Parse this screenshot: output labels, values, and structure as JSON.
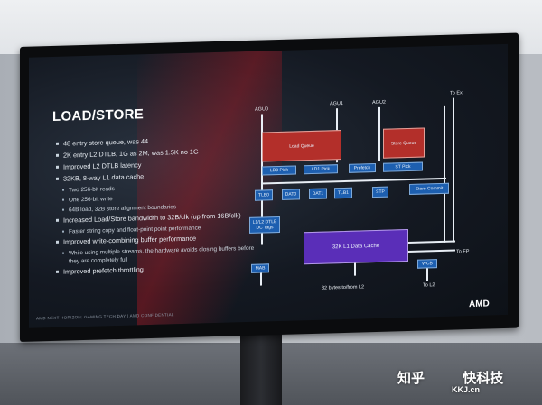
{
  "slide": {
    "title": "LOAD/STORE",
    "bullets": [
      {
        "text": "48 entry store queue, was 44",
        "level": 1
      },
      {
        "text": "2K entry L2 DTLB, 1G as 2M, was 1.5K no 1G",
        "level": 1
      },
      {
        "text": "Improved L2 DTLB latency",
        "level": 1
      },
      {
        "text": "32KB, 8-way L1 data cache",
        "level": 1
      },
      {
        "text": "Two 256-bit reads",
        "level": 2
      },
      {
        "text": "One 256-bit write",
        "level": 2
      },
      {
        "text": "64B load, 32B store alignment boundaries",
        "level": 2
      },
      {
        "text": "Increased Load/Store bandwidth to 32B/clk (up from 16B/clk)",
        "level": 1
      },
      {
        "text": "Faster string copy and float-point point performance",
        "level": 2
      },
      {
        "text": "Improved write-combining buffer performance",
        "level": 1
      },
      {
        "text": "While using multiple streams, the hardware avoids closing buffers before they are completely full",
        "level": 2
      },
      {
        "text": "Improved prefetch throttling",
        "level": 1
      }
    ],
    "footer": "AMD NEXT HORIZON: GAMING TECH DAY  |  AMD CONFIDENTIAL",
    "logo": "AMD"
  },
  "diagram": {
    "agu0": "AGU0",
    "agu1": "AGU1",
    "agu2": "AGU2",
    "to_ex": "To Ex",
    "to_fp": "To FP",
    "to_l2": "To L2",
    "bytes_label": "32 bytes to/from L2",
    "load_queue": "Load Queue",
    "store_queue": "Store Queue",
    "ld_pick_1": "LD0 Pick",
    "ld_pick_2": "LD1 Pick",
    "prefetch": "Prefetch",
    "st_pick": "ST Pick",
    "tlb0": "TLB0",
    "dat0": "DAT0",
    "dat1": "DAT1",
    "tlb1": "TLB1",
    "stp": "STP",
    "store_commit": "Store Commit",
    "l1l2_dtlb": "L1/L2 DTLB DC Tags",
    "l1_cache": "32K L1 Data Cache",
    "mab": "MAB",
    "wcb": "WCB"
  },
  "watermark": {
    "zhihu": "知乎",
    "brand": "快科技",
    "site": "KKJ.cn"
  }
}
